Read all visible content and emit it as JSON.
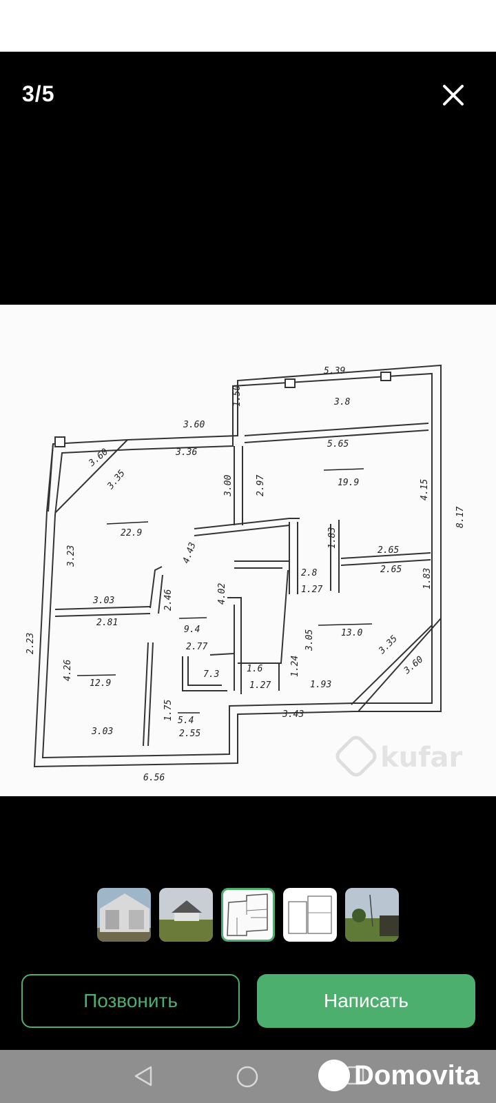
{
  "viewer": {
    "counter": "3/5"
  },
  "floor_plan": {
    "dimensions": [
      "5.39",
      "3.8",
      "1.50",
      "3.60",
      "3.60",
      "3.36",
      "3.35",
      "3.00",
      "2.97",
      "5.65",
      "19.9",
      "4.15",
      "8.17",
      "22.9",
      "3.23",
      "4.43",
      "2.65",
      "2.65",
      "1.83",
      "1.83",
      "2.8",
      "1.27",
      "3.03",
      "2.46",
      "4.02",
      "2.81",
      "9.4",
      "2.77",
      "7.3",
      "3.05",
      "13.0",
      "3.35",
      "3.60",
      "2.23",
      "4.26",
      "12.9",
      "1.6",
      "1.24",
      "1.27",
      "1.93",
      "1.75",
      "5.4",
      "3.03",
      "2.55",
      "3.43",
      "6.56"
    ],
    "watermark": "kufar"
  },
  "thumbnails": [
    {
      "index": 1,
      "active": false
    },
    {
      "index": 2,
      "active": false
    },
    {
      "index": 3,
      "active": true
    },
    {
      "index": 4,
      "active": false
    },
    {
      "index": 5,
      "active": false
    }
  ],
  "actions": {
    "call_label": "Позвонить",
    "write_label": "Написать"
  },
  "colors": {
    "accent": "#4caf6e",
    "background": "#000000",
    "navbar": "#8f8f8f"
  },
  "watermark_brand": "Domovita"
}
